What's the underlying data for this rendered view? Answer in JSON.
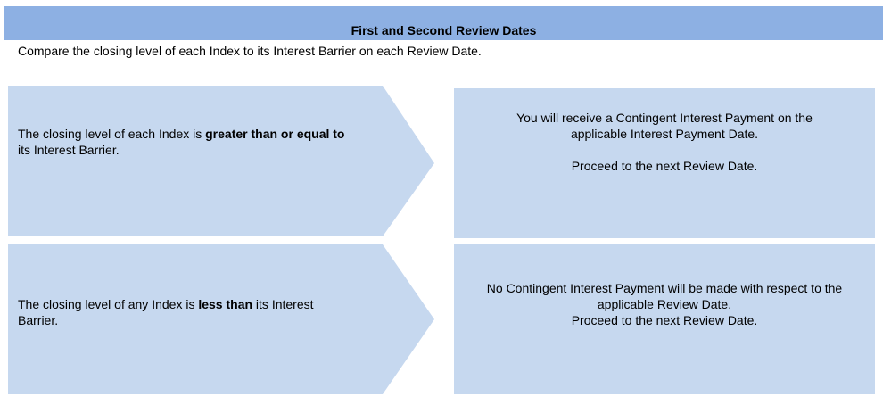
{
  "header": {
    "title": "First and Second Review Dates"
  },
  "intro": "Compare the closing level of each Index to its Interest Barrier on each Review Date.",
  "rows": [
    {
      "condition": {
        "pre": "The closing level of each Index is ",
        "bold": "greater than or equal to",
        "post": " its Interest Barrier."
      },
      "outcome": {
        "line1": "You will receive a Contingent Interest Payment on the applicable Interest Payment Date.",
        "line2": "Proceed to the next Review Date."
      }
    },
    {
      "condition": {
        "pre": "The closing level of any Index is ",
        "bold": "less than",
        "post": " its Interest Barrier."
      },
      "outcome": {
        "line1": "No Contingent Interest Payment will be made with respect to the applicable Review Date.",
        "line2": "Proceed to the next Review Date."
      }
    }
  ],
  "colors": {
    "header": "#8db0e3",
    "shape": "#c6d8ef"
  }
}
